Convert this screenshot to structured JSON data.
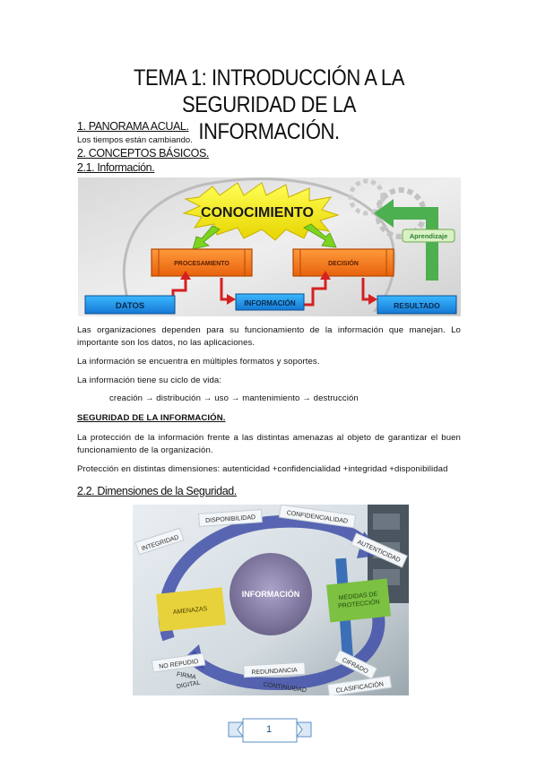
{
  "title_line1": "TEMA 1: INTRODUCCIÓN A LA SEGURIDAD DE LA",
  "title_line2": "INFORMACIÓN.",
  "section1": "1. PANORAMA ACUAL.",
  "section1_text": "Los tiempos están cambiando.",
  "section2": "2. CONCEPTOS BÁSICOS.",
  "section21": "2.1. Información.",
  "figure1": {
    "conocimiento": "CONOCIMIENTO",
    "procesamiento": "PROCESAMIENTO",
    "decision": "DECISIÓN",
    "aprendizaje": "Aprendizaje",
    "datos": "DATOS",
    "informacion": "INFORMACIÓN",
    "resultado": "RESULTADO"
  },
  "p1": "Las organizaciones dependen para su funcionamiento de la información que manejan. Lo importante son los datos, no las aplicaciones.",
  "p2": "La información se encuentra en múltiples formatos y soportes.",
  "p3": "La información tiene su ciclo de vida:",
  "cycle": "creación → distribución → uso → mantenimiento → destrucción",
  "seg_heading": "SEGURIDAD DE LA INFORMACIÓN.",
  "p4": "La protección de la información frente a las distintas amenazas al objeto de garantizar el buen funcionamiento de la organización.",
  "p5": "Protección en distintas dimensiones: autenticidad +confidencialidad +integridad +disponibilidad",
  "section22": "2.2. Dimensiones de la Seguridad.",
  "figure2": {
    "integridad": "INTEGRIDAD",
    "disponibilidad": "DISPONIBILIDAD",
    "confidencialidad": "CONFIDENCIALIDAD",
    "autenticidad": "AUTENTICIDAD",
    "amenazas": "AMENAZAS",
    "informacion": "INFORMACIÓN",
    "medidas1": "MEDIDAS DE",
    "medidas2": "PROTECCIÓN",
    "no_repudio": "NO REPUDIO",
    "firma": "FIRMA",
    "digital": "DIGITAL",
    "redundancia": "REDUNDANCIA",
    "continuidad": "CONTINUIDAD",
    "cifrado": "CIFRADO",
    "clasificacion": "CLASIFICACIÓN"
  },
  "page_number": "1"
}
